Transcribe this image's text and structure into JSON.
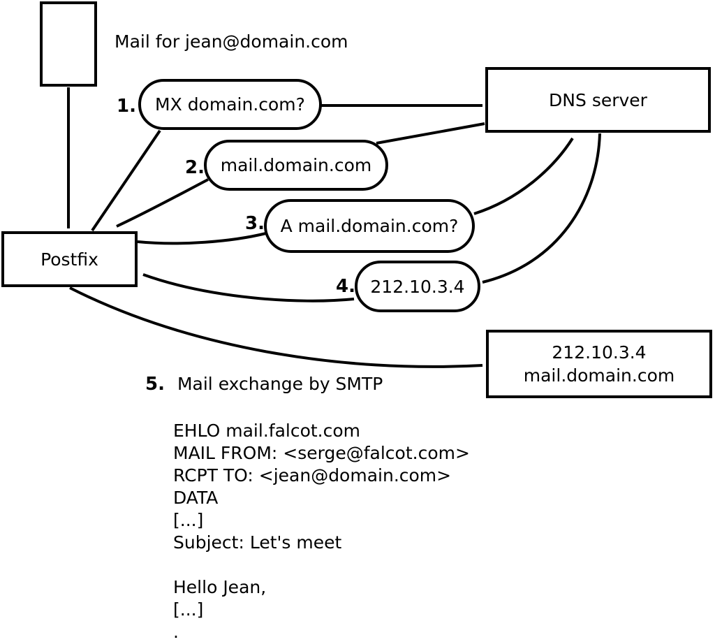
{
  "caption": "Mail for jean@domain.com",
  "nodes": {
    "postfix": {
      "label": "Postfix"
    },
    "dns_server": {
      "label": "DNS server"
    },
    "mail_host": {
      "line1": "212.10.3.4",
      "line2": "mail.domain.com"
    }
  },
  "steps": [
    {
      "num": "1.",
      "label": "MX domain.com?"
    },
    {
      "num": "2.",
      "label": "mail.domain.com"
    },
    {
      "num": "3.",
      "label": "A mail.domain.com?"
    },
    {
      "num": "4.",
      "label": "212.10.3.4"
    },
    {
      "num": "5.",
      "label": "Mail exchange by SMTP"
    }
  ],
  "smtp_session": [
    "EHLO mail.falcot.com",
    "MAIL FROM: <serge@falcot.com>",
    "RCPT TO: <jean@domain.com>",
    "DATA",
    "[...]",
    "Subject: Let's meet",
    "",
    "Hello Jean,",
    "[...]",
    "."
  ],
  "colors": {
    "ink": "#000000",
    "background": "#ffffff"
  }
}
